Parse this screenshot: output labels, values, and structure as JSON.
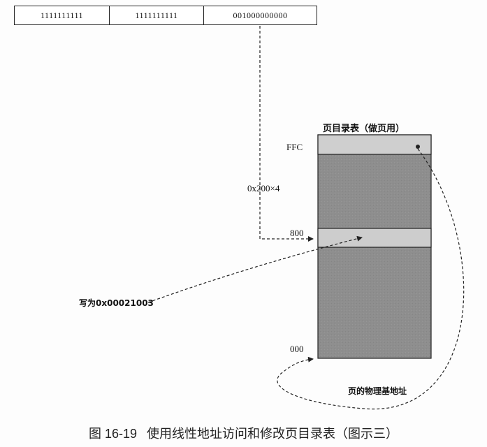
{
  "linear_address": {
    "fields": [
      "1111111111",
      "1111111111",
      "001000000000"
    ]
  },
  "page_dir_table": {
    "title": "页目录表（做页用）",
    "entries": [
      {
        "label": "FFC"
      },
      {
        "label": "800"
      },
      {
        "label": "000"
      }
    ]
  },
  "annotations": {
    "offset": "0x200×4",
    "write_value": "写为0x00021003",
    "phys_base": "页的物理基地址"
  },
  "caption": {
    "number": "图 16-19",
    "text": "使用线性地址访问和修改页目录表（图示三）"
  }
}
